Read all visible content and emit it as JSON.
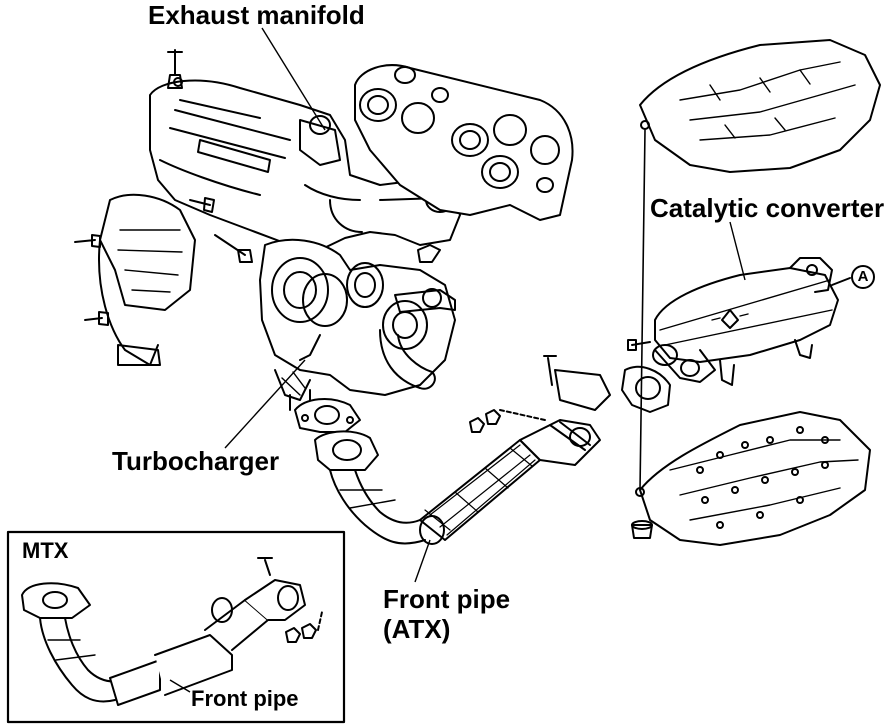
{
  "labels": {
    "exhaust_manifold": "Exhaust manifold",
    "catalytic_converter": "Catalytic converter",
    "turbocharger": "Turbocharger",
    "front_pipe_atx_line1": "Front pipe",
    "front_pipe_atx_line2": "(ATX)",
    "mtx": "MTX",
    "front_pipe_mtx": "Front pipe",
    "callout_a": "A"
  },
  "colors": {
    "ink": "#000000",
    "background": "#ffffff"
  }
}
